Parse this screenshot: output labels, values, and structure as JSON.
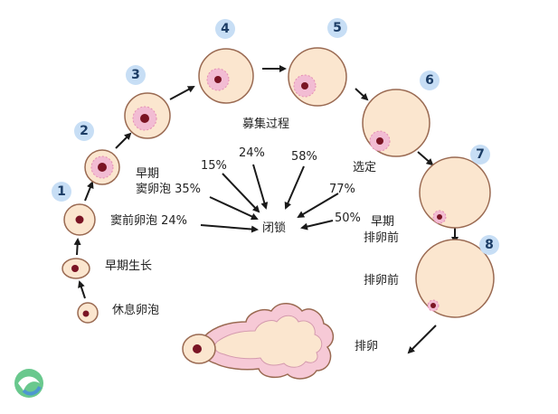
{
  "stages": [
    {
      "num": "1"
    },
    {
      "num": "2"
    },
    {
      "num": "3"
    },
    {
      "num": "4"
    },
    {
      "num": "5"
    },
    {
      "num": "6"
    },
    {
      "num": "7"
    },
    {
      "num": "8"
    }
  ],
  "labels": {
    "resting": "休息卵泡",
    "early_growth": "早期生长",
    "preantral": "窦前卵泡 24%",
    "early_antral_line1": "早期",
    "early_antral_line2": "窦卵泡 35%",
    "recruitment": "募集过程",
    "selection": "选定",
    "early_preov_line1": "早期",
    "early_preov_line2": "排卵前",
    "preovulatory": "排卵前",
    "ovulation": "排卵",
    "atresia": "闭锁"
  },
  "atresia_rates": [
    "15%",
    "24%",
    "58%",
    "77%",
    "50%"
  ],
  "colors": {
    "follicle_fill": "#fbe6cf",
    "follicle_stroke": "#9a6a52",
    "oocyte": "#7a1424",
    "granulosa": "#f2bcd3",
    "badge": "#c7def5",
    "arrow": "#1a1a1a"
  }
}
